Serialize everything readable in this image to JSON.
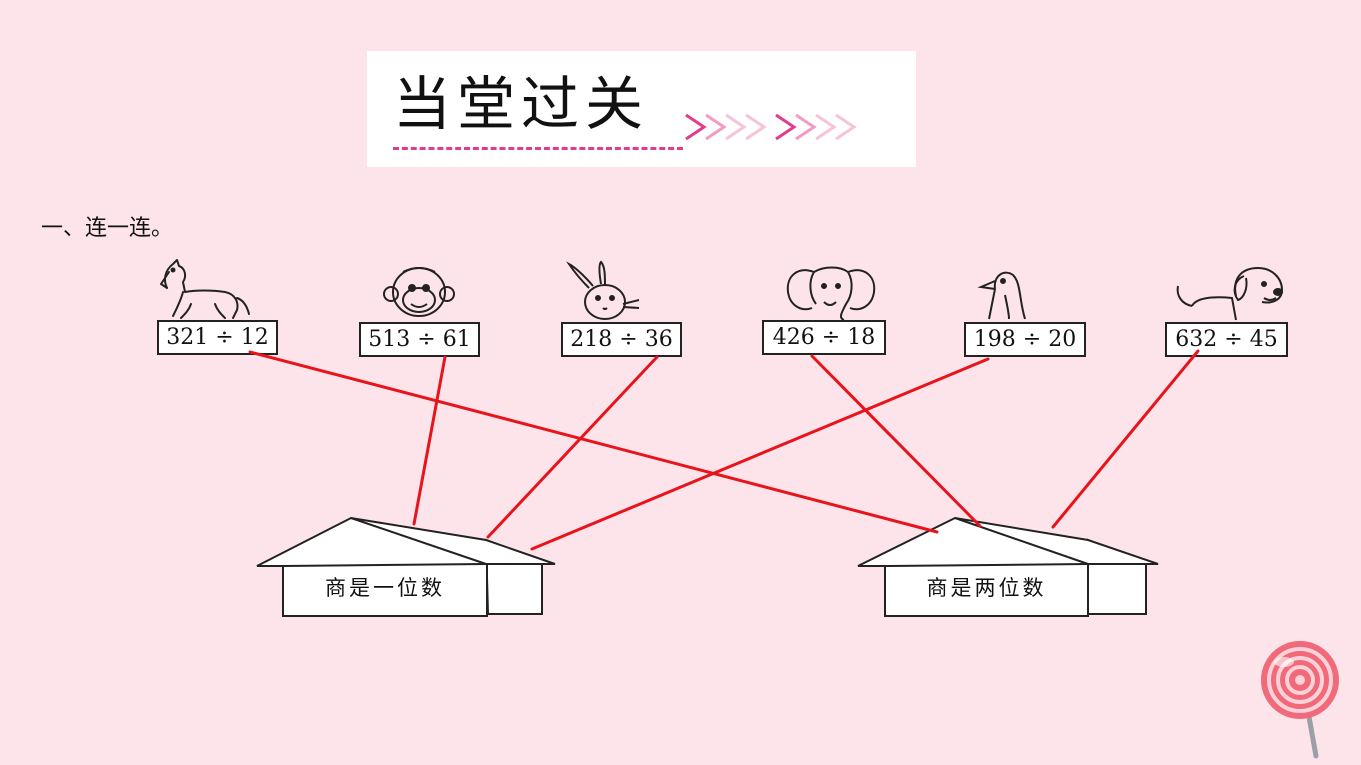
{
  "banner": {
    "title": "当堂过关",
    "accent_pink": "#e23c8c",
    "chevron_icon": "double-chevron-right-icon"
  },
  "section": {
    "heading": "一、连一连。"
  },
  "expressions": [
    {
      "animal": "horse",
      "animal_icon": "horse-icon",
      "text": "321 ÷ 12"
    },
    {
      "animal": "monkey",
      "animal_icon": "monkey-icon",
      "text": "513 ÷ 61"
    },
    {
      "animal": "rabbit",
      "animal_icon": "rabbit-icon",
      "text": "218 ÷ 36"
    },
    {
      "animal": "elephant",
      "animal_icon": "elephant-icon",
      "text": "426 ÷ 18"
    },
    {
      "animal": "penguin",
      "animal_icon": "penguin-icon",
      "text": "198 ÷ 20"
    },
    {
      "animal": "dog",
      "animal_icon": "dog-icon",
      "text": "632 ÷ 45"
    }
  ],
  "houses": [
    {
      "label": "商是一位数",
      "house_icon": "house-icon"
    },
    {
      "label": "商是两位数",
      "house_icon": "house-icon"
    }
  ],
  "connections": [
    {
      "expression": "321 ÷ 12",
      "house": "商是两位数"
    },
    {
      "expression": "513 ÷ 61",
      "house": "商是一位数"
    },
    {
      "expression": "218 ÷ 36",
      "house": "商是一位数"
    },
    {
      "expression": "426 ÷ 18",
      "house": "商是两位数"
    },
    {
      "expression": "198 ÷ 20",
      "house": "商是一位数"
    },
    {
      "expression": "632 ÷ 45",
      "house": "商是两位数"
    }
  ],
  "colors": {
    "background": "#fde4ea",
    "connection_line": "#e8141b",
    "lollipop": "#f06a7a"
  },
  "decoration": {
    "lollipop_icon": "lollipop-icon"
  }
}
